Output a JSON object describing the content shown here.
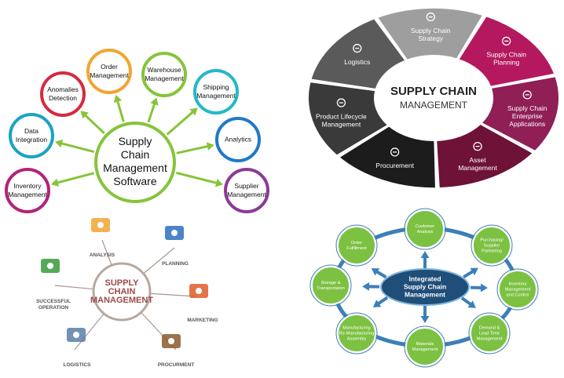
{
  "software": {
    "center": [
      "Supply",
      "Chain",
      "Management",
      "Software"
    ],
    "nodes": [
      {
        "lines": [
          "Order",
          "Management"
        ],
        "color": "#f1a530"
      },
      {
        "lines": [
          "Warehouse",
          "Management"
        ],
        "color": "#86c43a"
      },
      {
        "lines": [
          "Shipping",
          "Management"
        ],
        "color": "#23b8c9"
      },
      {
        "lines": [
          "Analytics"
        ],
        "color": "#2178c8"
      },
      {
        "lines": [
          "Supplier",
          "Management"
        ],
        "color": "#8b3a97"
      },
      {
        "lines": [
          "Inventory",
          "Management"
        ],
        "color": "#b2237a"
      },
      {
        "lines": [
          "Data",
          "Integration"
        ],
        "color": "#1aa3c6"
      },
      {
        "lines": [
          "Anomalies",
          "Detection"
        ],
        "color": "#d62a3e"
      }
    ],
    "arrow_color": "#86c43a"
  },
  "ring": {
    "center": [
      "SUPPLY CHAIN",
      "MANAGEMENT"
    ],
    "segments": [
      {
        "lines": [
          "Supply Chain",
          "Strategy"
        ],
        "icon": "paperclip-icon",
        "color": "#9e9e9e"
      },
      {
        "lines": [
          "Supply Chain",
          "Planning"
        ],
        "icon": "bar-chart-icon",
        "color": "#b4195f"
      },
      {
        "lines": [
          "Supply Chain",
          "Enterprise",
          "Applications"
        ],
        "icon": "lock-icon",
        "color": "#8f1f55"
      },
      {
        "lines": [
          "Asset",
          "Management"
        ],
        "icon": "key-icon",
        "color": "#6e1238"
      },
      {
        "lines": [
          "Procurement"
        ],
        "icon": "gear-icon",
        "color": "#1c1c1c"
      },
      {
        "lines": [
          "Product Lifecycle",
          "Management"
        ],
        "icon": "refresh-icon",
        "color": "#3a3a3a"
      },
      {
        "lines": [
          "Logistics"
        ],
        "icon": "share-icon",
        "color": "#5a5a5a"
      }
    ]
  },
  "radial": {
    "center": [
      "SUPPLY",
      "CHAIN",
      "MANAGEMENT"
    ],
    "items": [
      {
        "label": "ANALYSIS",
        "icon": "laptop-icon"
      },
      {
        "label": "PLANNING",
        "icon": "team-gears-icon"
      },
      {
        "label": "MARKETING",
        "icon": "marketing-cycle-icon"
      },
      {
        "label": "PROCURMENT",
        "icon": "handshake-icon"
      },
      {
        "label": "LOGISTICS",
        "icon": "drone-icon"
      },
      {
        "label": "SUCCESSFUL\nOPERATION",
        "icon": "gears-icon"
      }
    ]
  },
  "integrated": {
    "center": [
      "Integrated",
      "Supply Chain",
      "Management"
    ],
    "nodes": [
      {
        "lines": [
          "Customer",
          "Analysis"
        ]
      },
      {
        "lines": [
          "Purchasing/",
          "Supplier",
          "Partnering"
        ]
      },
      {
        "lines": [
          "Inventory",
          "Management",
          "and Control"
        ]
      },
      {
        "lines": [
          "Demand &",
          "Lead Time",
          "Management"
        ]
      },
      {
        "lines": [
          "Materials",
          "Management"
        ]
      },
      {
        "lines": [
          "Manufacturing",
          "Re-Manufacturing",
          "Assembly"
        ]
      },
      {
        "lines": [
          "Storage &",
          "Transportation"
        ]
      },
      {
        "lines": [
          "Order",
          "Fulfillment"
        ]
      }
    ]
  }
}
